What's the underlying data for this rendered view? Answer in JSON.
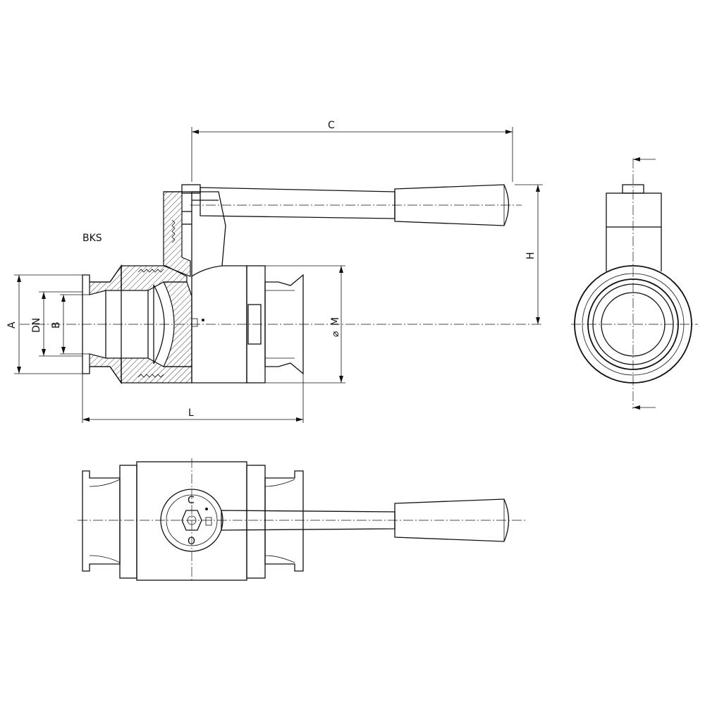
{
  "model_label": "BKS",
  "dimensions": {
    "c": "C",
    "h": "H",
    "a": "A",
    "dn": "DN",
    "b": "B",
    "m": "M",
    "diameter_symbol": "⌀",
    "l": "L"
  },
  "knob_markings": {
    "close": "C",
    "open": "O"
  },
  "colors": {
    "line": "#111111",
    "background": "#ffffff"
  }
}
